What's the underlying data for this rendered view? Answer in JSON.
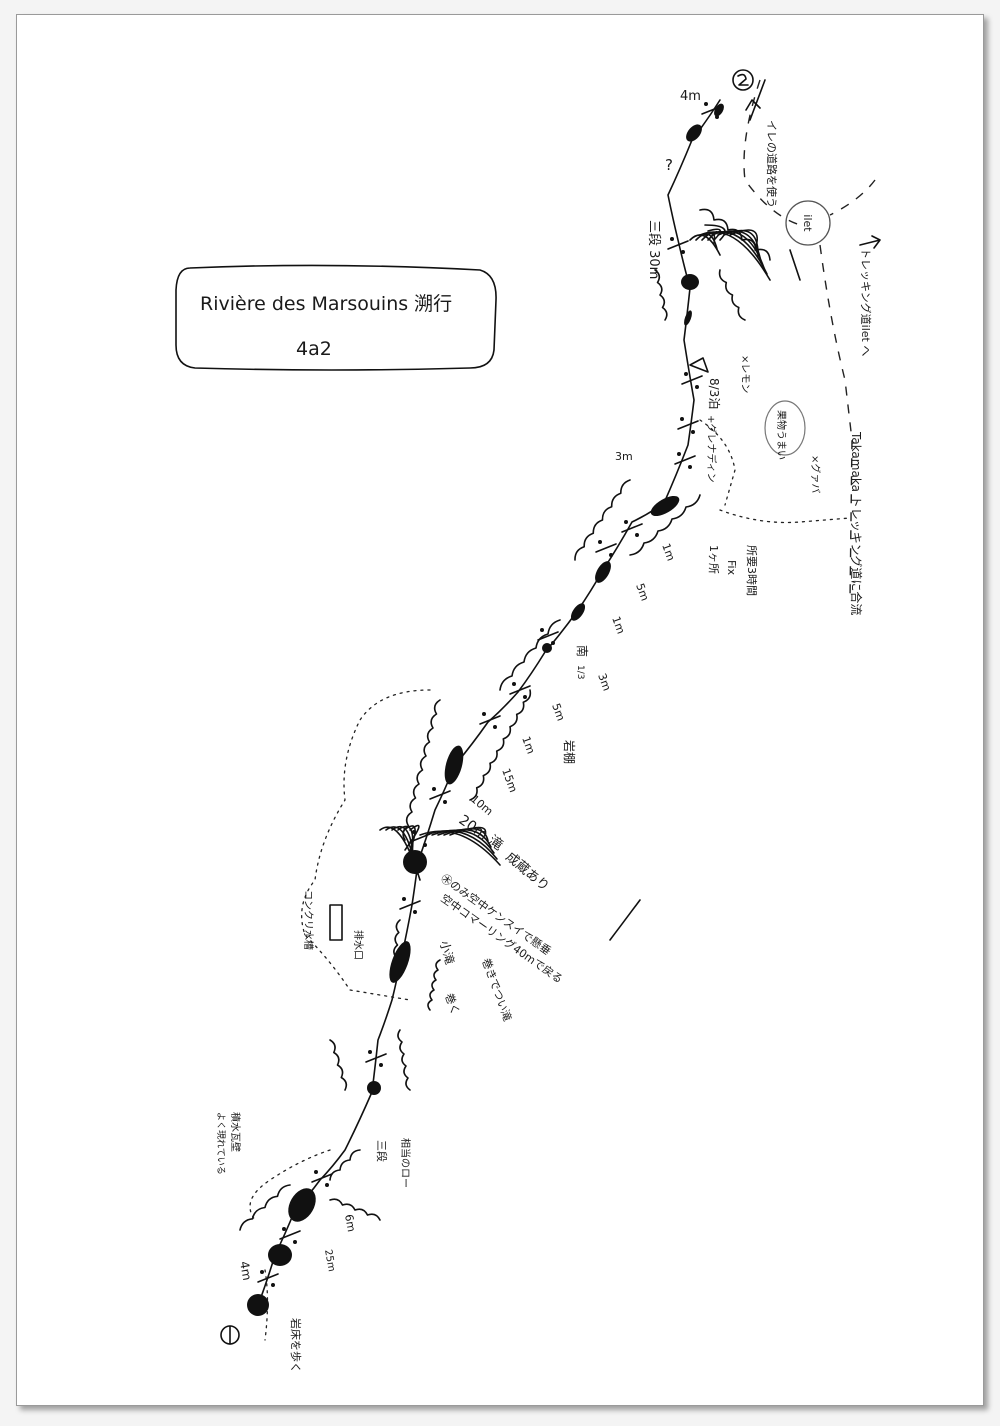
{
  "title_box": {
    "title": "Rivière des Marsouins 溯行",
    "grade": "4a2"
  },
  "markers": {
    "start": "①",
    "end": "②"
  },
  "places": {
    "ilet": "ilet"
  },
  "labels": {
    "top_4m": "4m",
    "question": "?",
    "top_fall": "三段 30m",
    "road_use": "イレの道路を使う",
    "trek_to_ilet": "トレッキング道ilet へ",
    "bivouac": "8/3泊",
    "lemon": "×レモン",
    "grenadine": "+グレナディン",
    "fruit": "果物うまい",
    "guava": "×グァバ",
    "takamaka": "Takamaka トレッキング道に合流",
    "m3_a": "3m",
    "m1_a": "1m",
    "m5_a": "5m",
    "m1_b": "1m",
    "fix": "1ヶ所",
    "fix2": "Fix",
    "time": "所要3時間",
    "south": "南",
    "third": "1/3",
    "m3_b": "3m",
    "m5_b": "5m",
    "m1_c": "1m",
    "ledge": "岩棚",
    "m15": "15m",
    "m10": "10m",
    "m20": "20m 滝",
    "dam": "成蔵あり",
    "note1": "㊍のみ空中ケンスイで懸垂",
    "note2": "空中コマーリング40mで戻る",
    "small_fall": "小滝",
    "note3": "巻きでつい滝",
    "wrap": "巻く",
    "concrete": "コンクリ水槽",
    "drain": "排水口",
    "strata": "積水瓦壁",
    "strata2": "よく現れている",
    "sandan": "三段",
    "rope": "相当のロー",
    "m6": "6m",
    "m25": "25m",
    "m4_bottom": "4m",
    "walk": "岩床を歩く"
  }
}
